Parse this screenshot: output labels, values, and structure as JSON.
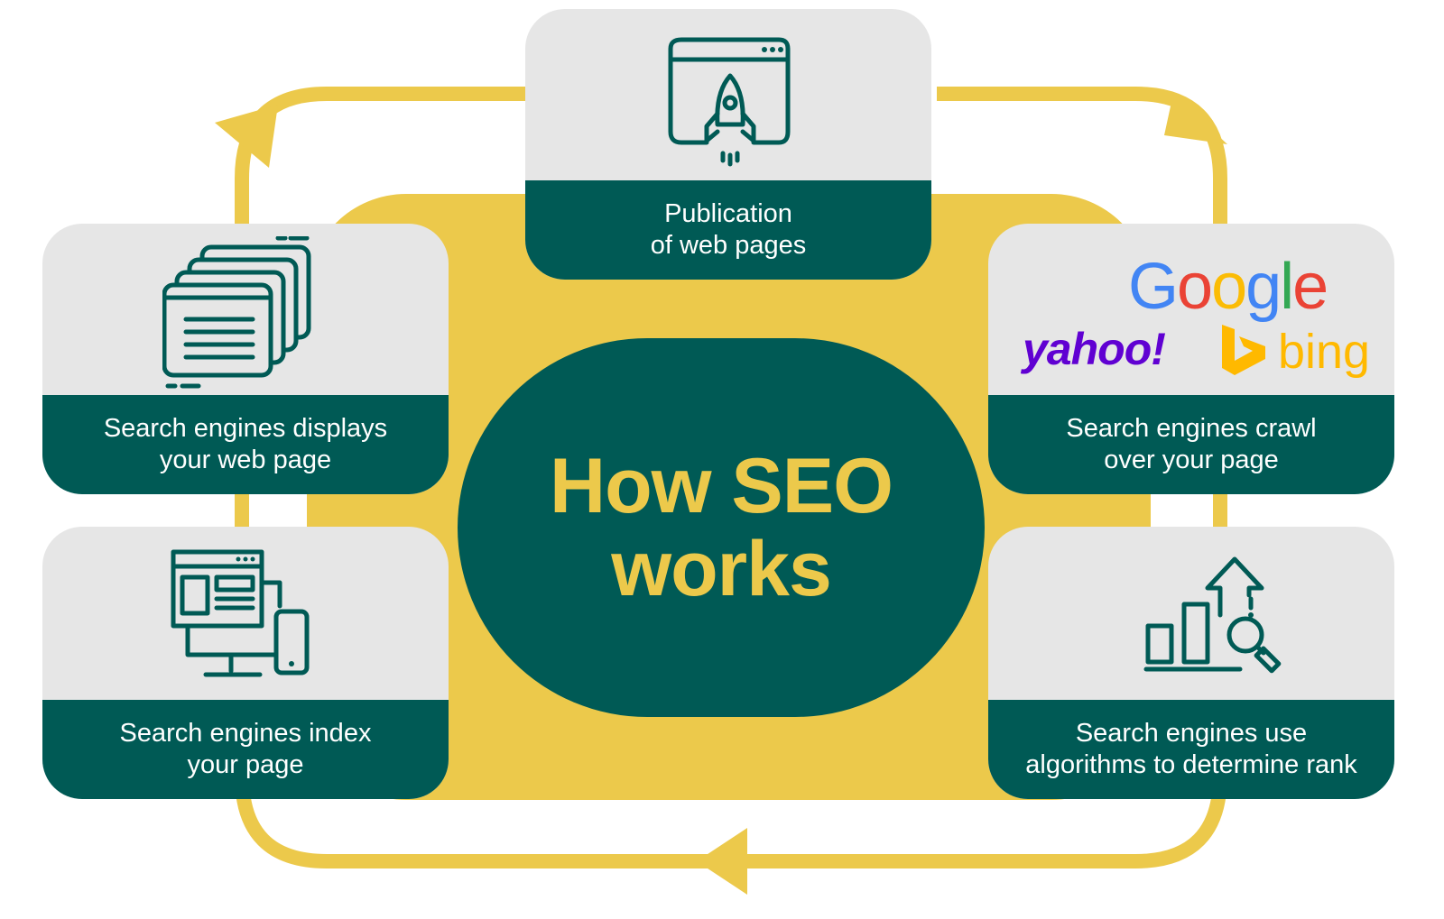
{
  "title": {
    "line1": "How SEO",
    "line2": "works"
  },
  "steps": [
    {
      "id": "publication",
      "line1": "Publication",
      "line2": "of web pages",
      "icon": "rocket-launch-icon"
    },
    {
      "id": "crawl",
      "line1": "Search engines crawl",
      "line2": "over your page",
      "icon": "search-engine-logos"
    },
    {
      "id": "rank",
      "line1": "Search engines use",
      "line2": "algorithms to determine rank",
      "icon": "bar-chart-search-icon"
    },
    {
      "id": "index",
      "line1": "Search engines index",
      "line2": "your page",
      "icon": "devices-icon"
    },
    {
      "id": "display",
      "line1": "Search engines displays",
      "line2": "your web page",
      "icon": "stacked-windows-icon"
    }
  ],
  "logos": {
    "google": [
      "G",
      "o",
      "o",
      "g",
      "l",
      "e"
    ],
    "yahoo": "yahoo!",
    "bing": "bing"
  },
  "colors": {
    "teal": "#005a55",
    "yellow": "#ecc94b",
    "card_gray": "#e6e6e6",
    "google": [
      "#4285f4",
      "#ea4335",
      "#fbbc05",
      "#4285f4",
      "#34a853",
      "#ea4335"
    ],
    "yahoo": "#6001d2",
    "bing": "#ffb900"
  }
}
